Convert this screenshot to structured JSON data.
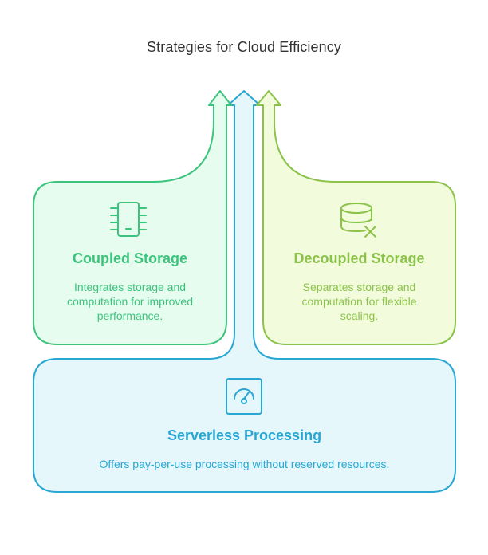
{
  "title": "Strategies for Cloud Efficiency",
  "cards": {
    "coupled": {
      "heading": "Coupled Storage",
      "description": "Integrates storage and\ncomputation for improved\nperformance.",
      "icon": "memory-chip-icon",
      "color": "#3cc47c",
      "text_color": "#6b6b6b",
      "fill": "#e6fcef"
    },
    "decoupled": {
      "heading": "Decoupled Storage",
      "description": "Separates storage and\ncomputation for flexible\nscaling.",
      "icon": "database-remove-icon",
      "color": "#8bc34a",
      "fill": "#f2fcdc"
    },
    "serverless": {
      "heading": "Serverless Processing",
      "description": "Offers pay-per-use processing without reserved resources.",
      "icon": "gauge-icon",
      "color": "#29a7d3",
      "fill": "#e6f7fc"
    }
  }
}
